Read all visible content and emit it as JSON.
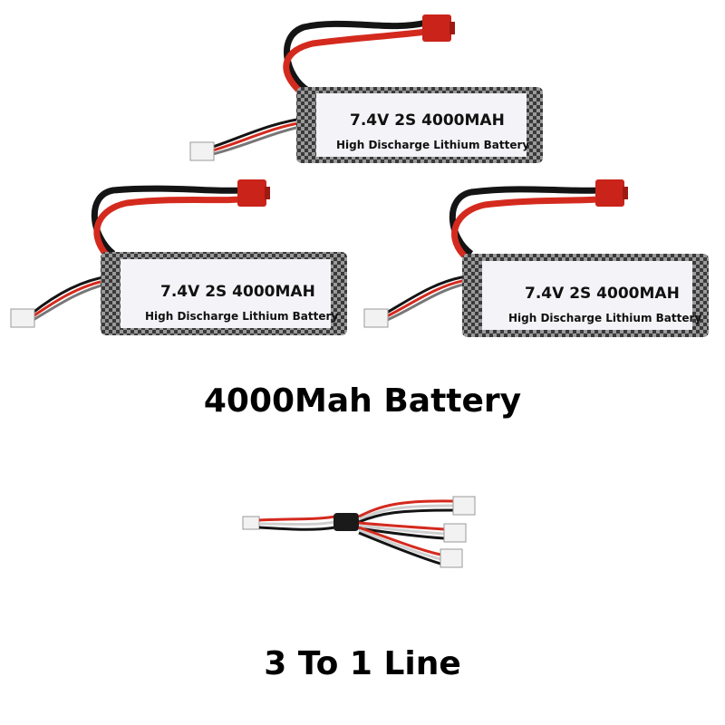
{
  "batteries": [
    {
      "label_main": "7.4V 2S 4000MAH",
      "label_sub": "High Discharge Lithium Battery"
    },
    {
      "label_main": "7.4V 2S 4000MAH",
      "label_sub": "High Discharge Lithium Battery"
    },
    {
      "label_main": "7.4V 2S 4000MAH",
      "label_sub": "High Discharge Lithium Battery"
    }
  ],
  "captions": {
    "battery": "4000Mah Battery",
    "cable": "3 To 1 Line"
  },
  "colors": {
    "wire_red": "#d42a1e",
    "wire_black": "#141414",
    "connector_red": "#c9231a",
    "label_bg": "#f4f4f8",
    "carbon_dark": "#3a3a3a",
    "carbon_light": "#9a9a9a"
  }
}
